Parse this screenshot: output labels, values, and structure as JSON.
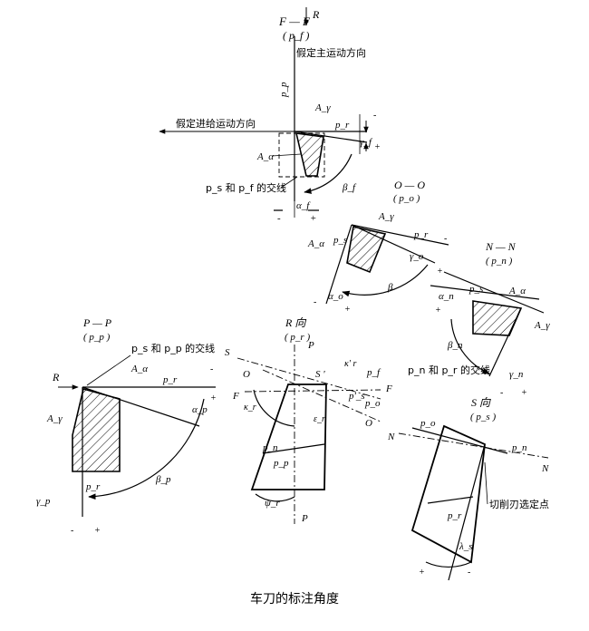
{
  "caption": "车刀的标注角度",
  "ff_view": {
    "title": "F — F",
    "plane": "( p_f )",
    "R": "R",
    "main_motion": "假定主运动方向",
    "feed_motion": "假定进给运动方向",
    "pp": "p_p",
    "pr": "p_r",
    "A_gamma": "A_γ",
    "A_alpha": "A_α",
    "gamma_f": "γ_f",
    "beta_f": "β_f",
    "alpha_f": "α_f",
    "intersection": "p_s 和 p_f 的交线",
    "minus": "-",
    "plus": "+"
  },
  "oo_view": {
    "title": "O — O",
    "plane": "( p_o )",
    "ps": "p_s",
    "pr": "p_r",
    "A_gamma": "A_γ",
    "A_alpha": "A_α",
    "gamma_o": "γ_o",
    "beta": "β",
    "alpha_o": "α_o",
    "minus": "-",
    "plus": "+"
  },
  "nn_view": {
    "title": "N — N",
    "plane": "( p_n )",
    "ps": "p_s",
    "A_alpha": "A_α",
    "A_gamma": "A_γ",
    "alpha_n": "α_n",
    "beta_n": "β_n",
    "gamma_n": "γ_n",
    "intersection": "p_n 和 p_r 的交线",
    "minus": "-",
    "plus": "+"
  },
  "pp_view": {
    "title": "P — P",
    "plane": "( p_p )",
    "intersection": "p_s 和 p_p 的交线",
    "R": "R",
    "A_alpha": "A_α",
    "pr": "p_r",
    "A_gamma": "A_γ",
    "alpha_p": "α_p",
    "beta_p": "β_p",
    "pr2": "p_r",
    "gamma_p": "γ_p",
    "minus": "-",
    "plus": "+"
  },
  "r_view": {
    "title": "R 向",
    "plane": "( p_r )",
    "S": "S",
    "O": "O",
    "F": "F",
    "P": "P",
    "S_prime": "S '",
    "kappa_r_prime": "κ' r",
    "pf": "p_f",
    "ps_prime": "p'_s",
    "po": "p_o",
    "kappa_r": "κ_r",
    "epsilon_r": "ε_r",
    "pn": "p_n",
    "pp": "p_p",
    "psi_r": "ψ_r"
  },
  "s_view": {
    "title": "S 向",
    "plane": "( p_s )",
    "po": "p_o",
    "N": "N",
    "pn": "p_n",
    "pr": "p_r",
    "edge_point": "切削刃选定点",
    "lambda_s": "λ_s",
    "minus": "-",
    "plus": "+"
  }
}
